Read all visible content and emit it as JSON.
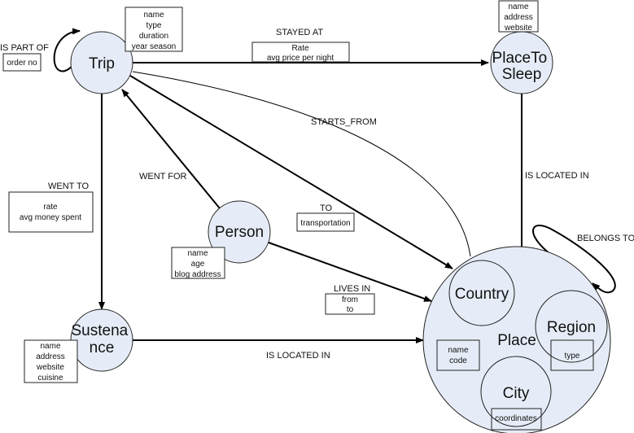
{
  "colors": {
    "node_fill": "#e6ecf7",
    "stroke": "#222222",
    "background": "#ffffff"
  },
  "nodes": {
    "trip": {
      "label": "Trip",
      "attributes": [
        "name",
        "type",
        "duration",
        "year season"
      ]
    },
    "place_to_sleep": {
      "label_lines": [
        "PlaceTo",
        "Sleep"
      ],
      "attributes": [
        "name",
        "address",
        "website"
      ]
    },
    "person": {
      "label": "Person",
      "attributes": [
        "name",
        "age",
        "blog address"
      ]
    },
    "sustenance": {
      "label_lines": [
        "Sustena",
        "nce"
      ],
      "attributes": [
        "name",
        "address",
        "website",
        "cuisine"
      ]
    },
    "place": {
      "label": "Place",
      "attributes": [
        "name",
        "code"
      ],
      "children": {
        "country": {
          "label": "Country"
        },
        "region": {
          "label": "Region",
          "attributes": [
            "type"
          ]
        },
        "city": {
          "label": "City",
          "attributes": [
            "coordinates"
          ]
        }
      }
    }
  },
  "edges": {
    "is_part_of": {
      "label": "IS PART OF",
      "attributes": [
        "order no"
      ],
      "from": "Trip",
      "to": "Trip"
    },
    "stayed_at": {
      "label": "STAYED AT",
      "attributes": [
        "Rate",
        "avg price per night"
      ],
      "from": "Trip",
      "to": "PlaceToSleep"
    },
    "starts_from": {
      "label": "STARTS_FROM",
      "from": "Trip",
      "to": "Place"
    },
    "to": {
      "label": "TO",
      "attributes": [
        "transportation"
      ],
      "from": "Trip",
      "to": "Place"
    },
    "went_to": {
      "label": "WENT TO",
      "attributes": [
        "rate",
        "avg money spent"
      ],
      "from": "Trip",
      "to": "Sustenance"
    },
    "went_for": {
      "label": "WENT FOR",
      "from": "Person",
      "to": "Trip"
    },
    "lives_in": {
      "label": "LIVES IN",
      "attributes": [
        "from",
        "to"
      ],
      "from": "Person",
      "to": "Place"
    },
    "sleep_located_in": {
      "label": "IS LOCATED IN",
      "from": "PlaceToSleep",
      "to": "Place"
    },
    "sustenance_located_in": {
      "label": "IS LOCATED IN",
      "from": "Sustenance",
      "to": "Place"
    },
    "belongs_to": {
      "label": "BELONGS TO",
      "from": "Place",
      "to": "Place"
    }
  }
}
